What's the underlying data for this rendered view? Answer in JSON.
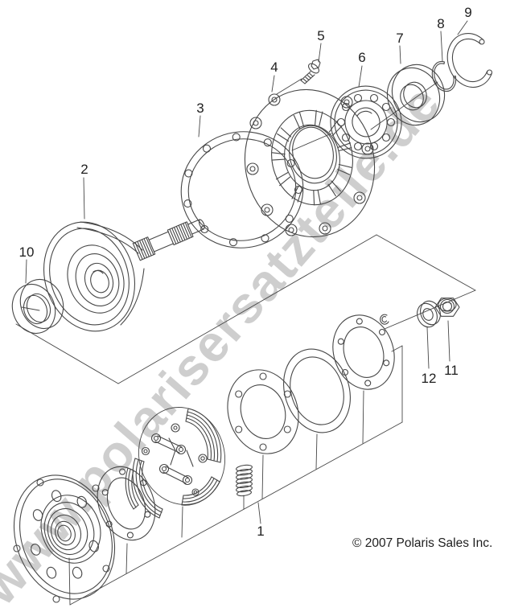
{
  "background": "#ffffff",
  "colors": {
    "line": "#474747",
    "label": "#1e1e1e",
    "watermark": "#9e9e9e"
  },
  "watermark": {
    "text": "www.polarisersatzteile.de"
  },
  "copyright": "© 2007 Polaris Sales Inc.",
  "callouts": [
    {
      "number": "1"
    },
    {
      "number": "2"
    },
    {
      "number": "3"
    },
    {
      "number": "4"
    },
    {
      "number": "5"
    },
    {
      "number": "6"
    },
    {
      "number": "7"
    },
    {
      "number": "8"
    },
    {
      "number": "9"
    },
    {
      "number": "10"
    },
    {
      "number": "11"
    },
    {
      "number": "12"
    }
  ]
}
